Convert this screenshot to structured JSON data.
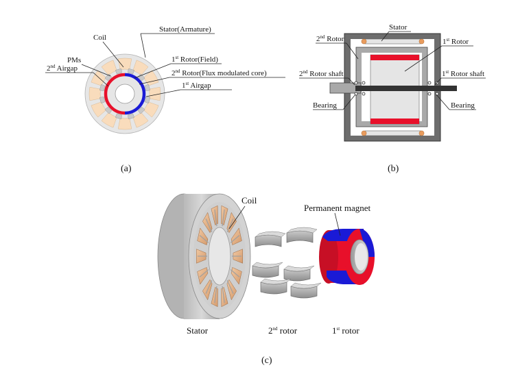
{
  "panel_a": {
    "caption": "(a)",
    "labels": {
      "coil": "Coil",
      "stator": "Stator(Armature)",
      "pms": "PMs",
      "rotor1_pre": "1",
      "rotor1_sup": "st",
      "rotor1_post": " Rotor(Field)",
      "airgap2_pre": "2",
      "airgap2_sup": "nd",
      "airgap2_post": " Airgap",
      "rotor2_pre": "2",
      "rotor2_sup": "nd",
      "rotor2_post": " Rotor(Flux modulated core)",
      "airgap1_pre": "1",
      "airgap1_sup": "st",
      "airgap1_post": " Airgap"
    },
    "colors": {
      "stator": "#e6e6e6",
      "coil": "#f9dcbc",
      "pm_red": "#e8102a",
      "pm_blue": "#1a1ad6"
    }
  },
  "panel_b": {
    "caption": "(b)",
    "labels": {
      "stator": "Stator",
      "rotor2_pre": "2",
      "rotor2_sup": "nd",
      "rotor2_post": " Rotor",
      "rotor1_pre": "1",
      "rotor1_sup": "st",
      "rotor1_post": " Rotor",
      "shaft2_pre": "2",
      "shaft2_sup": "nd",
      "shaft2_post": " Rotor shaft",
      "shaft1_pre": "1",
      "shaft1_sup": "st",
      "shaft1_post": " Rotor shaft",
      "bearing_left": "Bearing",
      "bearing_right": "Bearing"
    }
  },
  "panel_c": {
    "caption": "(c)",
    "labels": {
      "coil": "Coil",
      "magnet": "Permanent magnet",
      "stator": "Stator",
      "rotor2_pre": "2",
      "rotor2_sup": "nd",
      "rotor2_post": " rotor",
      "rotor1_pre": "1",
      "rotor1_sup": "st",
      "rotor1_post": " rotor"
    }
  }
}
